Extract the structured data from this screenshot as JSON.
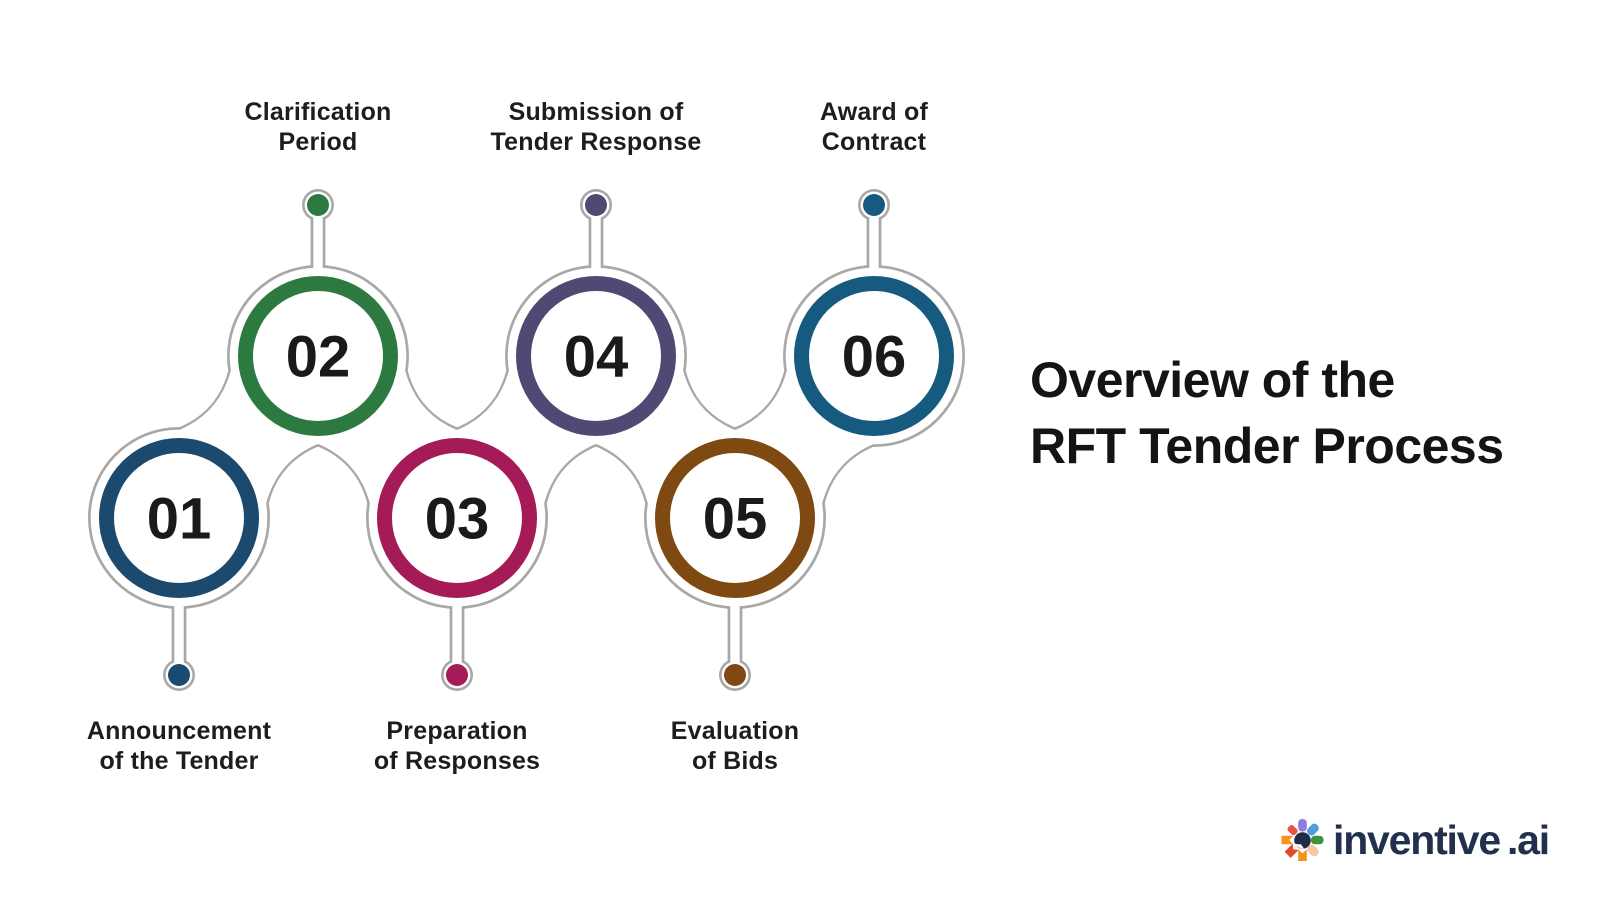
{
  "canvas": {
    "background": "#FFFFFF"
  },
  "title": {
    "line1": "Overview of the",
    "line2": "RFT Tender Process",
    "color": "#141414"
  },
  "diagram": {
    "outline_color": "#A8A8A8",
    "number_color": "#1A1A1A",
    "label_color": "#1D1D1D",
    "steps": [
      {
        "number": "01",
        "label_lines": [
          "Announcement",
          "of the Tender"
        ],
        "color": "#1C4A6E",
        "label_position": "below"
      },
      {
        "number": "02",
        "label_lines": [
          "Clarification",
          "Period"
        ],
        "color": "#2D7A41",
        "label_position": "above"
      },
      {
        "number": "03",
        "label_lines": [
          "Preparation",
          "of Responses"
        ],
        "color": "#A41B58",
        "label_position": "below"
      },
      {
        "number": "04",
        "label_lines": [
          "Submission of",
          "Tender Response"
        ],
        "color": "#514874",
        "label_position": "above"
      },
      {
        "number": "05",
        "label_lines": [
          "Evaluation",
          "of Bids"
        ],
        "color": "#7F4A12",
        "label_position": "below"
      },
      {
        "number": "06",
        "label_lines": [
          "Award of",
          "Contract"
        ],
        "color": "#175A80",
        "label_position": "above"
      }
    ]
  },
  "logo": {
    "brand": "inventive",
    "suffix": ".ai",
    "text_color": "#22304E",
    "center_color": "#1F2B47",
    "petals": [
      {
        "name": "top",
        "color": "#8F7FD8"
      },
      {
        "name": "top-right",
        "color": "#4F9BE1"
      },
      {
        "name": "right",
        "color": "#3F9142"
      },
      {
        "name": "bottom-right",
        "color": "#F5C8A1"
      },
      {
        "name": "bottom",
        "color": "#F6921E"
      },
      {
        "name": "bottom-left",
        "color": "#E2482E"
      },
      {
        "name": "left",
        "color": "#F6921E"
      },
      {
        "name": "top-left",
        "color": "#E85548"
      }
    ]
  }
}
